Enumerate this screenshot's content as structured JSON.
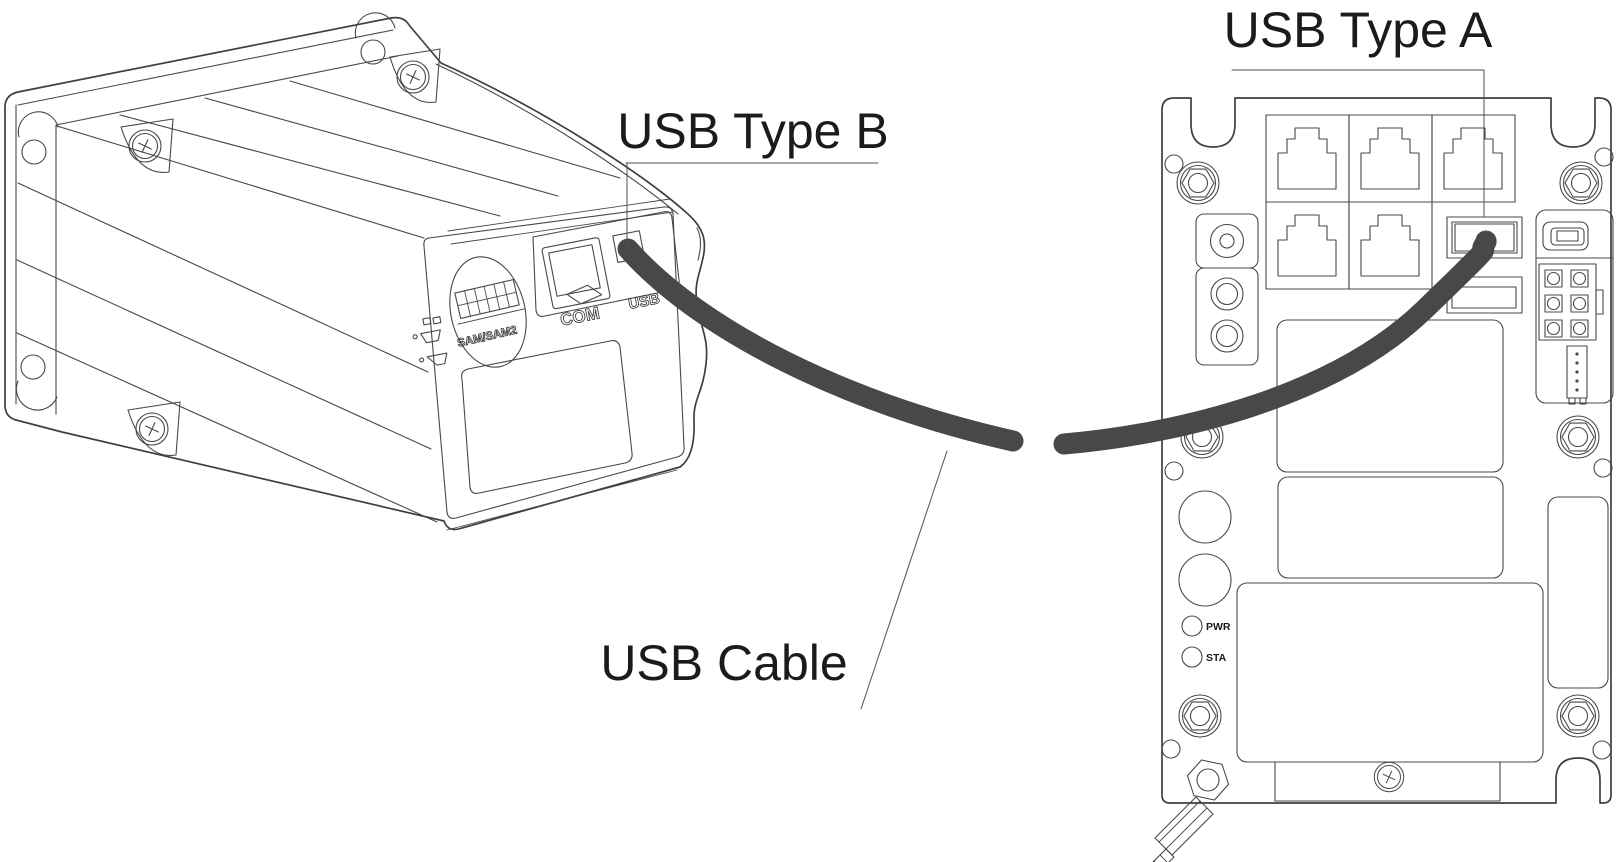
{
  "callouts": {
    "usb_type_b": "USB Type B",
    "usb_type_a": "USB Type A",
    "usb_cable": "USB Cable"
  },
  "reader_module": {
    "sam_slot_label": "SAM/SAM2",
    "com_port_label": "COM",
    "usb_port_label": "USB"
  },
  "host_panel": {
    "power_led_label": "PWR",
    "status_led_label": "STA"
  },
  "colors": {
    "background": "#ffffff",
    "line": "#48484a",
    "outline": "#3f3f41",
    "label_text": "#1b1b1d",
    "cable_fill": "#a8a8aa",
    "cable_edge": "#7b7b7e",
    "port_highlight": "#b0b0b2",
    "leader_line": "#4f4f52"
  }
}
